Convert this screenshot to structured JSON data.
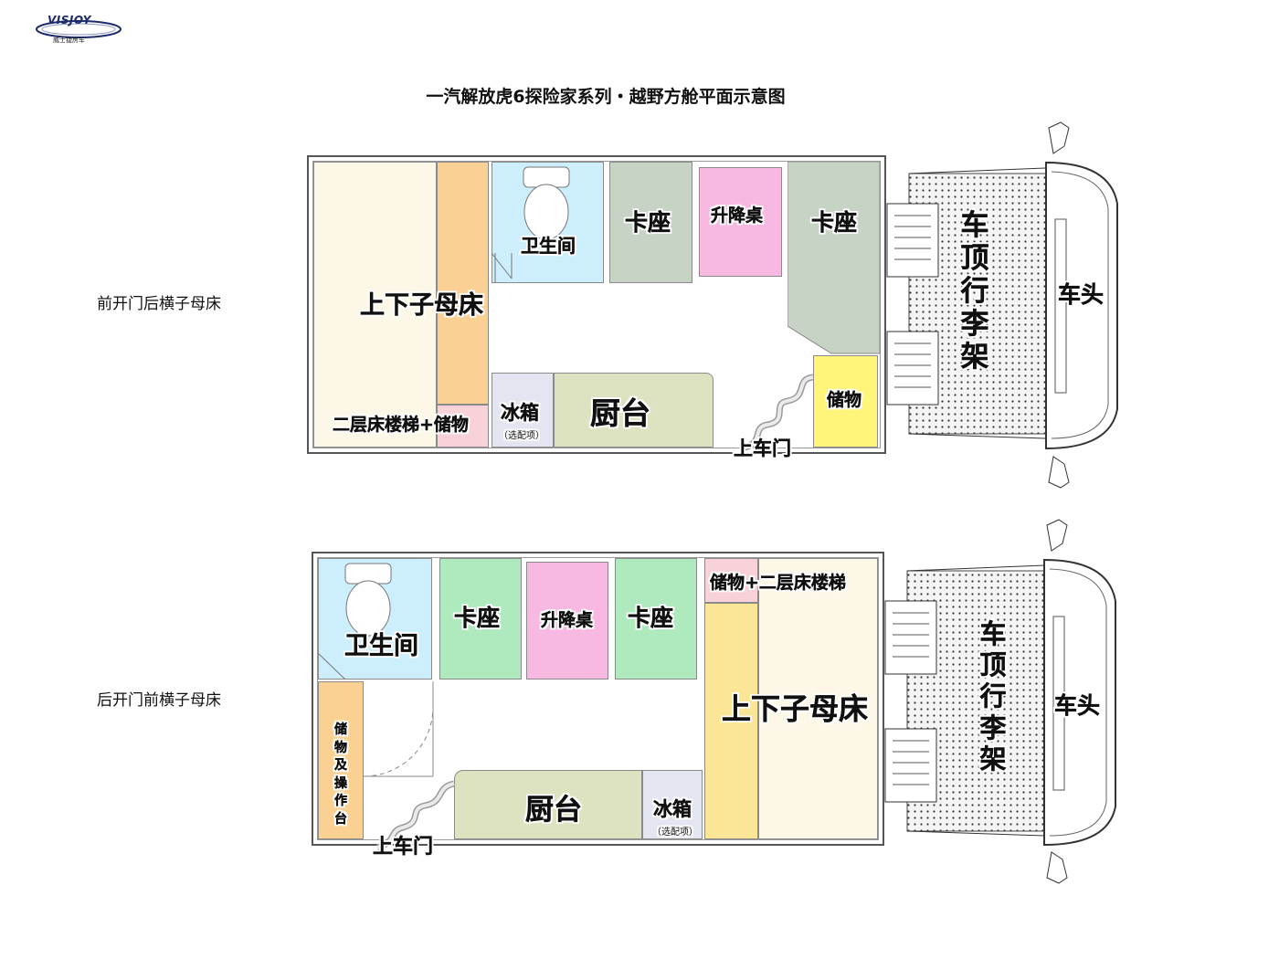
{
  "logo": {
    "brand": "VISJOY",
    "subtitle": "威士捷房车"
  },
  "title": "一汽解放虎6探险家系列・越野方舱平面示意图",
  "colors": {
    "bed": "#fdf7e8",
    "ladder_strip": "#fbd095",
    "bathroom": "#cdeefc",
    "seat_grey": "#c6d3c5",
    "seat_green": "#aeeabd",
    "table": "#f7b8e1",
    "kitchen": "#dde3c1",
    "fridge": "#e3e6f1",
    "storage_yellow": "#fff57a",
    "storage_pink": "#f8d2d8",
    "storage_orange": "#fad193",
    "long_yellow": "#fbe597"
  },
  "plan_front": {
    "caption": "前开门后横子母床",
    "bunk_bed": "上下子母床",
    "bathroom": "卫生间",
    "seat_a": "卡座",
    "table": "升降桌",
    "seat_b": "卡座",
    "ladder": "二层床楼梯+储物",
    "fridge": "冰箱",
    "fridge_note": "（选配项）",
    "kitchen": "厨台",
    "storage": "储物",
    "entrance": "上车门",
    "roof_rack": "车顶行李架",
    "cab": "车头"
  },
  "plan_rear": {
    "caption": "后开门前横子母床",
    "bathroom": "卫生间",
    "seat_a": "卡座",
    "table": "升降桌",
    "seat_b": "卡座",
    "ladder": "储物+二层床楼梯",
    "bunk_bed": "上下子母床",
    "storage_workbench": "储物及操作台",
    "kitchen": "厨台",
    "fridge": "冰箱",
    "fridge_note": "（选配项）",
    "entrance": "上车门",
    "roof_rack": "车顶行李架",
    "cab": "车头"
  }
}
